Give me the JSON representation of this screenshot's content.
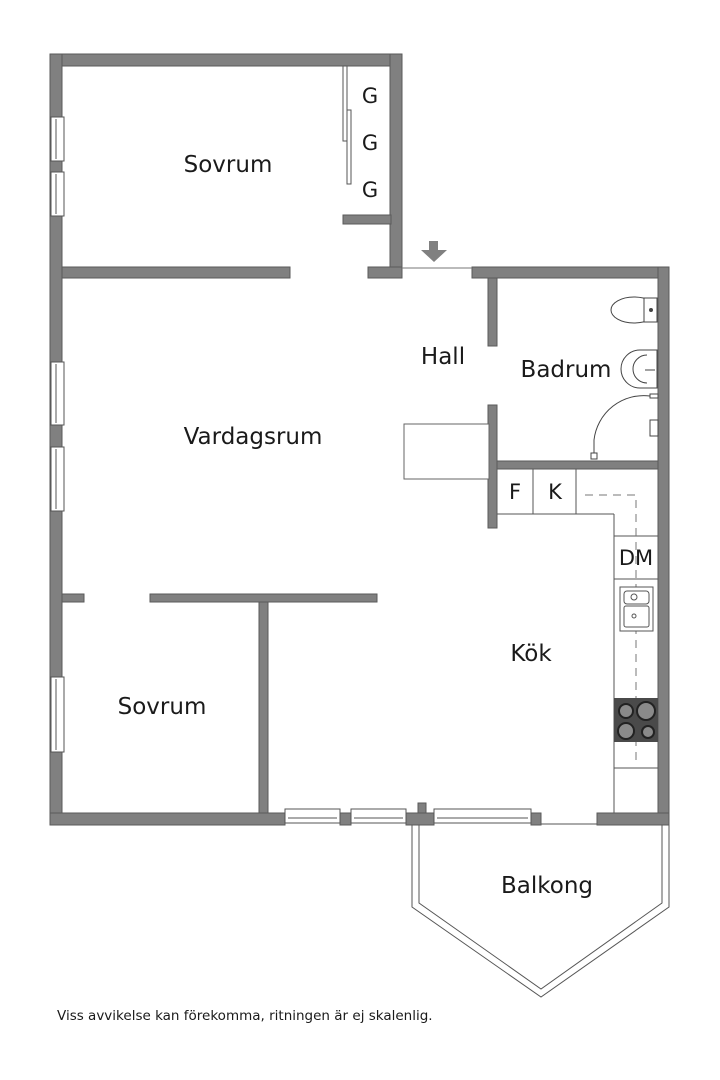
{
  "floorplan": {
    "colors": {
      "wall": "#808080",
      "wall_stroke": "#5a5a5a",
      "line": "#555555",
      "appliance_dark": "#4a4a4a",
      "burner": "#8a8a8a",
      "background": "#ffffff",
      "text": "#1a1a1a"
    },
    "entrance_icon": "down-arrow-icon",
    "rooms": {
      "sovrum_top": "Sovrum",
      "vardagsrum": "Vardagsrum",
      "hall": "Hall",
      "badrum": "Badrum",
      "kok": "Kök",
      "sovrum_bottom": "Sovrum",
      "balkong": "Balkong"
    },
    "closets": [
      "G",
      "G",
      "G"
    ],
    "kitchen_units": {
      "fridge": "F",
      "freezer": "K",
      "dishwasher": "DM"
    },
    "fixtures": [
      "toilet-icon",
      "sink-icon",
      "shower-icon",
      "kitchen-sink-icon",
      "stove-icon"
    ],
    "footer": "Viss avvikelse kan förekomma, ritningen är ej skalenlig."
  }
}
